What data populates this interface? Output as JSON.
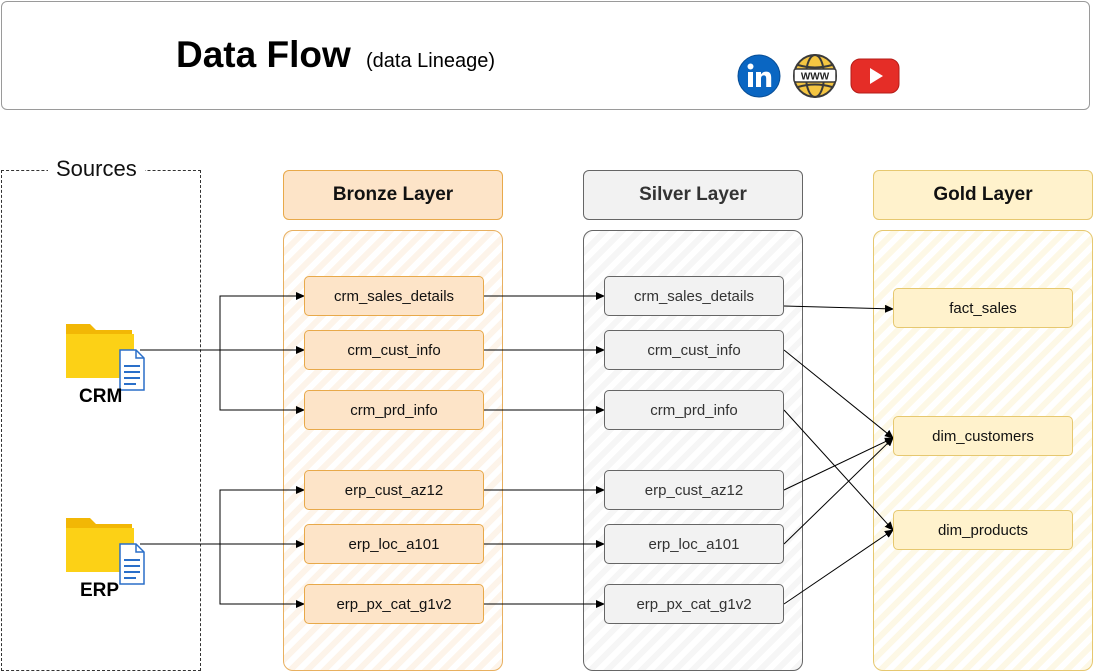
{
  "header": {
    "title": "Data Flow",
    "subtitle": "(data Lineage)",
    "social_icons": [
      "linkedin-icon",
      "web-icon",
      "youtube-icon"
    ]
  },
  "sources": {
    "label": "Sources",
    "systems": [
      {
        "name": "CRM",
        "icon": "folder-document-icon"
      },
      {
        "name": "ERP",
        "icon": "folder-document-icon"
      }
    ]
  },
  "layers": {
    "bronze": {
      "title": "Bronze Layer",
      "color": "#fde4c8",
      "tables": [
        "crm_sales_details",
        "crm_cust_info",
        "crm_prd_info",
        "erp_cust_az12",
        "erp_loc_a101",
        "erp_px_cat_g1v2"
      ]
    },
    "silver": {
      "title": "Silver Layer",
      "color": "#f2f2f2",
      "tables": [
        "crm_sales_details",
        "crm_cust_info",
        "crm_prd_info",
        "erp_cust_az12",
        "erp_loc_a101",
        "erp_px_cat_g1v2"
      ]
    },
    "gold": {
      "title": "Gold Layer",
      "color": "#fff2cc",
      "tables": [
        "fact_sales",
        "dim_customers",
        "dim_products"
      ]
    }
  },
  "edges": [
    {
      "from": "CRM",
      "to": "bronze.crm_sales_details"
    },
    {
      "from": "CRM",
      "to": "bronze.crm_cust_info"
    },
    {
      "from": "CRM",
      "to": "bronze.crm_prd_info"
    },
    {
      "from": "ERP",
      "to": "bronze.erp_cust_az12"
    },
    {
      "from": "ERP",
      "to": "bronze.erp_loc_a101"
    },
    {
      "from": "ERP",
      "to": "bronze.erp_px_cat_g1v2"
    },
    {
      "from": "bronze.crm_sales_details",
      "to": "silver.crm_sales_details"
    },
    {
      "from": "bronze.crm_cust_info",
      "to": "silver.crm_cust_info"
    },
    {
      "from": "bronze.crm_prd_info",
      "to": "silver.crm_prd_info"
    },
    {
      "from": "bronze.erp_cust_az12",
      "to": "silver.erp_cust_az12"
    },
    {
      "from": "bronze.erp_loc_a101",
      "to": "silver.erp_loc_a101"
    },
    {
      "from": "bronze.erp_px_cat_g1v2",
      "to": "silver.erp_px_cat_g1v2"
    },
    {
      "from": "silver.crm_sales_details",
      "to": "gold.fact_sales"
    },
    {
      "from": "silver.crm_cust_info",
      "to": "gold.dim_customers"
    },
    {
      "from": "silver.crm_prd_info",
      "to": "gold.dim_products"
    },
    {
      "from": "silver.erp_cust_az12",
      "to": "gold.dim_customers"
    },
    {
      "from": "silver.erp_loc_a101",
      "to": "gold.dim_customers"
    },
    {
      "from": "silver.erp_px_cat_g1v2",
      "to": "gold.dim_products"
    }
  ]
}
